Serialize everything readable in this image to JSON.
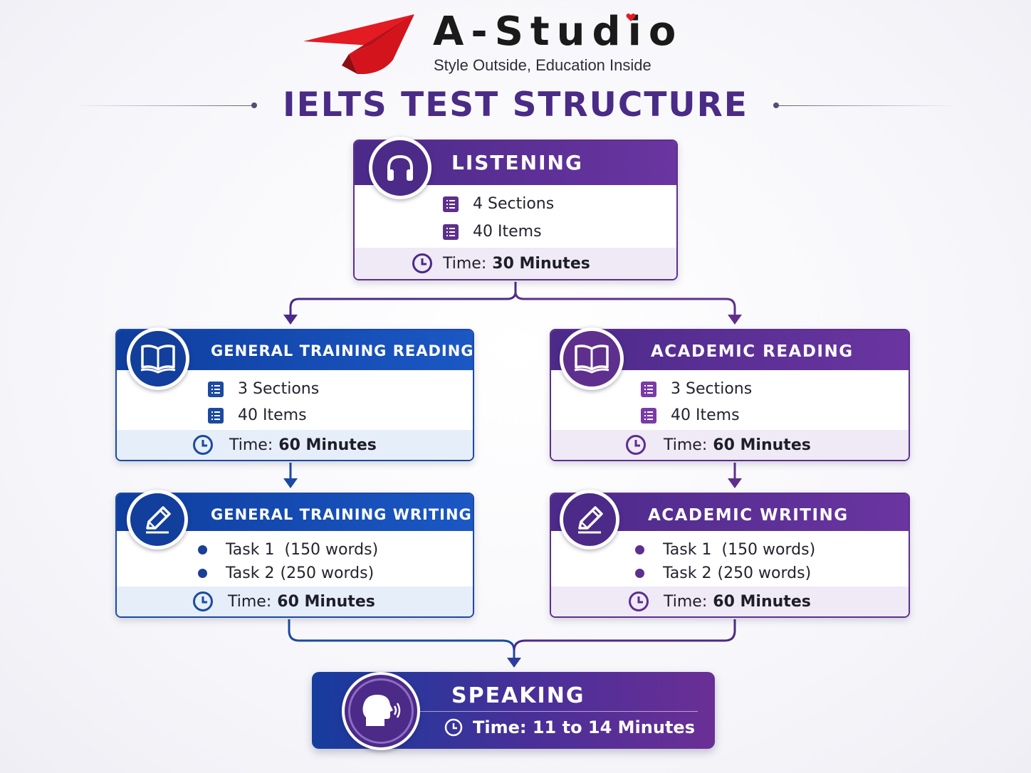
{
  "brand": {
    "name": "A-Studio",
    "tagline": "Style Outside, Education Inside"
  },
  "title": "IELTS TEST STRUCTURE",
  "colors": {
    "purple": "#5e2f8c",
    "blue": "#1b4aa0",
    "brand_red": "#e31b23",
    "title": "#4a2b86"
  },
  "listening": {
    "title": "LISTENING",
    "icon": "headphones-icon",
    "items": [
      "4 Sections",
      "40 Items"
    ],
    "time_label": "Time:",
    "time_value": "30 Minutes"
  },
  "gt_reading": {
    "title": "GENERAL TRAINING READING",
    "icon": "open-book-icon",
    "items": [
      "3 Sections",
      "40 Items"
    ],
    "time_label": "Time:",
    "time_value": "60 Minutes"
  },
  "ac_reading": {
    "title": "ACADEMIC READING",
    "icon": "open-book-icon",
    "items": [
      "3 Sections",
      "40 Items"
    ],
    "time_label": "Time:",
    "time_value": "60 Minutes"
  },
  "gt_writing": {
    "title": "GENERAL TRAINING WRITING",
    "icon": "pencil-icon",
    "tasks": [
      {
        "name": "Task 1",
        "words": "(150 words)"
      },
      {
        "name": "Task 2",
        "words": "(250 words)"
      }
    ],
    "time_label": "Time:",
    "time_value": "60 Minutes"
  },
  "ac_writing": {
    "title": "ACADEMIC WRITING",
    "icon": "pencil-icon",
    "tasks": [
      {
        "name": "Task 1",
        "words": "(150 words)"
      },
      {
        "name": "Task 2",
        "words": "(250 words)"
      }
    ],
    "time_label": "Time:",
    "time_value": "60 Minutes"
  },
  "speaking": {
    "title": "SPEAKING",
    "icon": "speaking-head-icon",
    "time": "Time: 11 to 14 Minutes"
  }
}
